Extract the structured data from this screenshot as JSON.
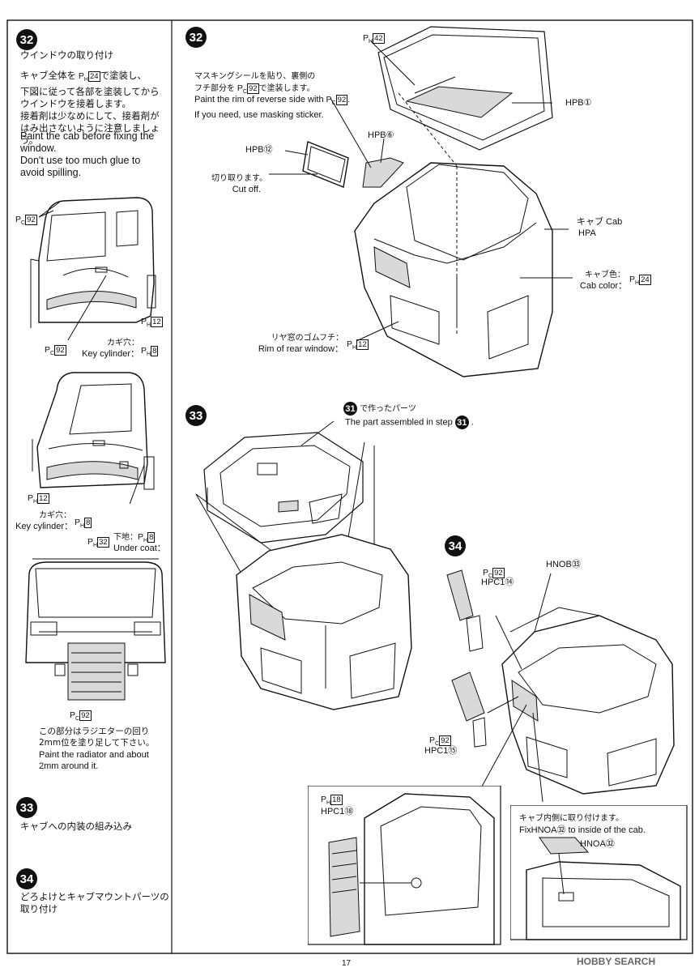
{
  "page_number": "17",
  "watermark": "HOBBY SEARCH",
  "left_panel": {
    "step32": {
      "number": "32",
      "title_jp": "ウインドウの取り付け",
      "text_jp": [
        "キャブ全体を",
        "で塗装し、",
        "下図に従って各部を塗装してから",
        "ウインドウを接着します。",
        "接着剤は少なめにして、接着剤が",
        "はみ出さないように注意しましょう。"
      ],
      "ph24": "24",
      "text_en": [
        "Paint the cab before fixing the",
        "window.",
        "Don't use too much glue to",
        "avoid spilling."
      ]
    },
    "cab_side_1": {
      "pc92": "92",
      "ph12": "12",
      "key_jp": "カギ穴：",
      "key_en": "Key cylinder：",
      "ph8": "8"
    },
    "cab_side_2": {
      "ph12": "12",
      "key_jp": "カギ穴：",
      "key_en": "Key cylinder：",
      "ph8": "8",
      "ph32": "32",
      "under_jp": "下地：",
      "under_ph8": "8",
      "under_en": "Under coat："
    },
    "cab_front": {
      "pc92": "92",
      "note_jp": [
        "この部分はラジエターの回り",
        "2mm位を塗り足して下さい。"
      ],
      "note_en": [
        "Paint the radiator and about",
        "2mm around it."
      ]
    },
    "step33": {
      "number": "33",
      "title_jp": "キャブへの内装の組み込み"
    },
    "step34": {
      "number": "34",
      "title_jp": [
        "どろよけとキャブマウントパーツの",
        "取り付け"
      ]
    }
  },
  "step32_panel": {
    "number": "32",
    "mask_jp": [
      "マスキングシールを貼り、裏側の",
      "フチ部分を",
      "で塗装します。"
    ],
    "mask_pc": "92",
    "mask_en": [
      "Paint the rim of reverse side with",
      "If you need, use masking sticker."
    ],
    "ph42": "42",
    "hpb1": "HPB①",
    "hpb6": "HPB⑥",
    "hpb12": "HPB⑫",
    "cut_jp": "切り取ります。",
    "cut_en": "Cut off.",
    "cab_jp": "キャブ Cab",
    "hpa": "HPA",
    "cabcolor_jp": "キャブ色：",
    "cabcolor_en": "Cab color：",
    "ph24": "24",
    "rear_jp": "リヤ窓のゴムフチ：",
    "rear_en": "Rim of rear window：",
    "ph12": "12"
  },
  "step33_panel": {
    "number": "33",
    "ref_step": "31",
    "made_jp": "で作ったパーツ",
    "made_en": "The part assembled in step"
  },
  "step34_panel": {
    "number": "34",
    "pc92_a": "92",
    "hpc1_14": "HPC1⑭",
    "hnob": "HNOB㉝",
    "pc92_b": "92",
    "hpc1_15": "HPC1⑮",
    "ph18": "18",
    "hpc1_18": "HPC1⑱",
    "inside_jp": "キャブ内側に取り付けます。",
    "inside_en": "FixHNOA㉜ to inside of the cab.",
    "hnoa": "HNOA㉜"
  }
}
